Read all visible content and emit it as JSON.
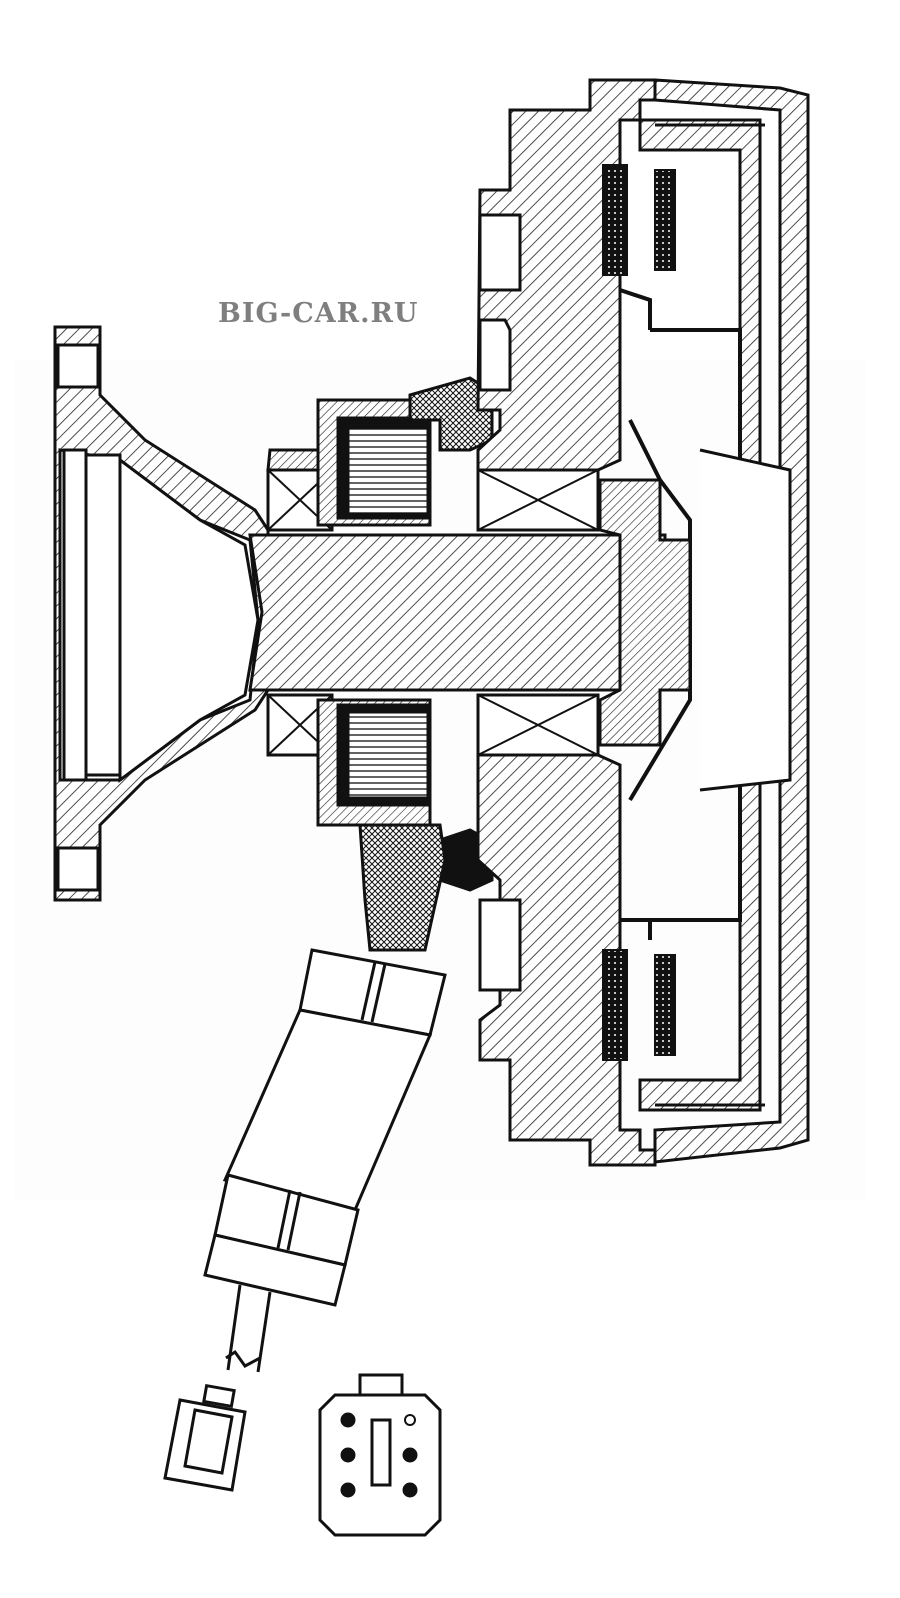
{
  "watermark": {
    "site_label": "BIG-CAR.RU"
  },
  "figure": {
    "subject": "fan-clutch-cross-section",
    "icons": [
      "flange",
      "shaft",
      "bearing",
      "electromagnetic-coil",
      "clutch-housing",
      "cable",
      "connector-plug"
    ]
  }
}
